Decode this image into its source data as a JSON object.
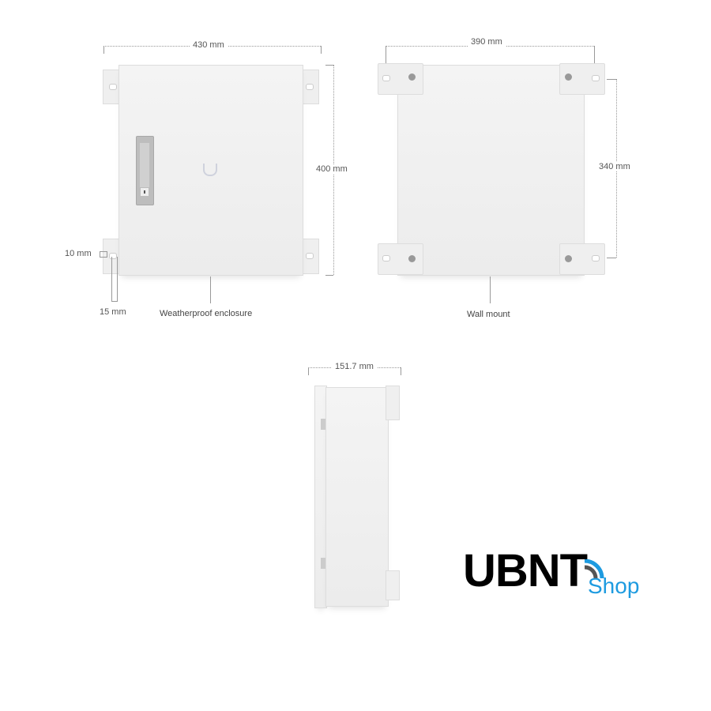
{
  "front_view": {
    "width_label": "430 mm",
    "height_label": "400 mm",
    "flange_label": "10 mm",
    "depth_label": "15 mm",
    "caption": "Weatherproof enclosure"
  },
  "back_view": {
    "width_label": "390 mm",
    "height_label": "340 mm",
    "caption": "Wall mount"
  },
  "side_view": {
    "depth_label": "151.7 mm"
  },
  "logo": {
    "text": "UBNT",
    "suffix": "Shop",
    "brand_color": "#1e9be0",
    "text_color": "#000000"
  }
}
